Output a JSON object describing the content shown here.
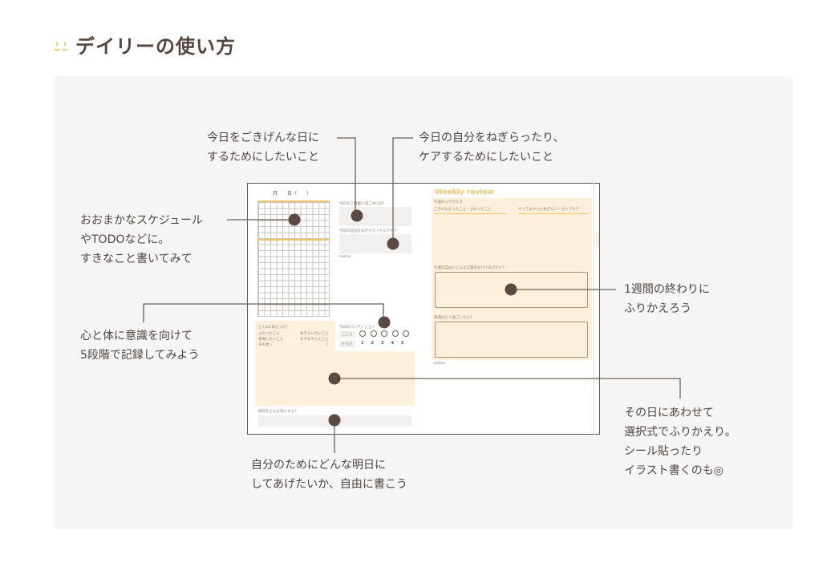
{
  "title": "デイリーの使い方",
  "colors": {
    "accent": "#f5c56a",
    "dot": "#5a4a42",
    "panel": "#f5f5f5",
    "cream": "#fdf0db"
  },
  "notebook": {
    "date_label": "月　　日（　　）",
    "q1": "今日をご機嫌に過ごすには？",
    "q2": "今日の自分をねぎらう・セルフケア",
    "memo": "memo",
    "mood_q": "どんな1日だった？",
    "mood_options": [
      "よかったこと",
      "感謝したいこと",
      "その他（",
      "ねぎらいたいこと",
      "もやもやしたこと",
      ")"
    ],
    "condition_title": "今日のコンディション",
    "condition_rows": [
      "こころ",
      "からだ"
    ],
    "condition_scale": [
      "1",
      "2",
      "3",
      "4",
      "5"
    ],
    "tomorrow_q": "明日をどんな日にする？",
    "weekly_title": "Weekly review",
    "weekly_sub": "今週のふりかえり",
    "weekly_col1": "ごきげんだったこと・よかったこと",
    "weekly_col2": "やってよかったねぎらい・セルフケア",
    "weekly_q3": "今週の自分にどんな言葉をかけてあげたい？",
    "weekly_q4": "来週はどう過ごしたい？",
    "weekly_memo": "memo"
  },
  "annotations": {
    "a1": [
      "今日をごきげんな日に",
      "するためにしたいこと"
    ],
    "a2": [
      "今日の自分をねぎらったり、",
      "ケアするためにしたいこと"
    ],
    "a3": [
      "おおまかなスケジュール",
      "やTODOなどに。",
      "すきなこと書いてみて"
    ],
    "a4": [
      "心と体に意識を向けて",
      "5段階で記録してみよう"
    ],
    "a5": [
      "1週間の終わりに",
      "ふりかえろう"
    ],
    "a6": [
      "その日にあわせて",
      "選択式でふりかえり。",
      "シール貼ったり",
      "イラスト書くのも◎"
    ],
    "a7": [
      "自分のためにどんな明日に",
      "してあげたいか、自由に書こう"
    ]
  }
}
